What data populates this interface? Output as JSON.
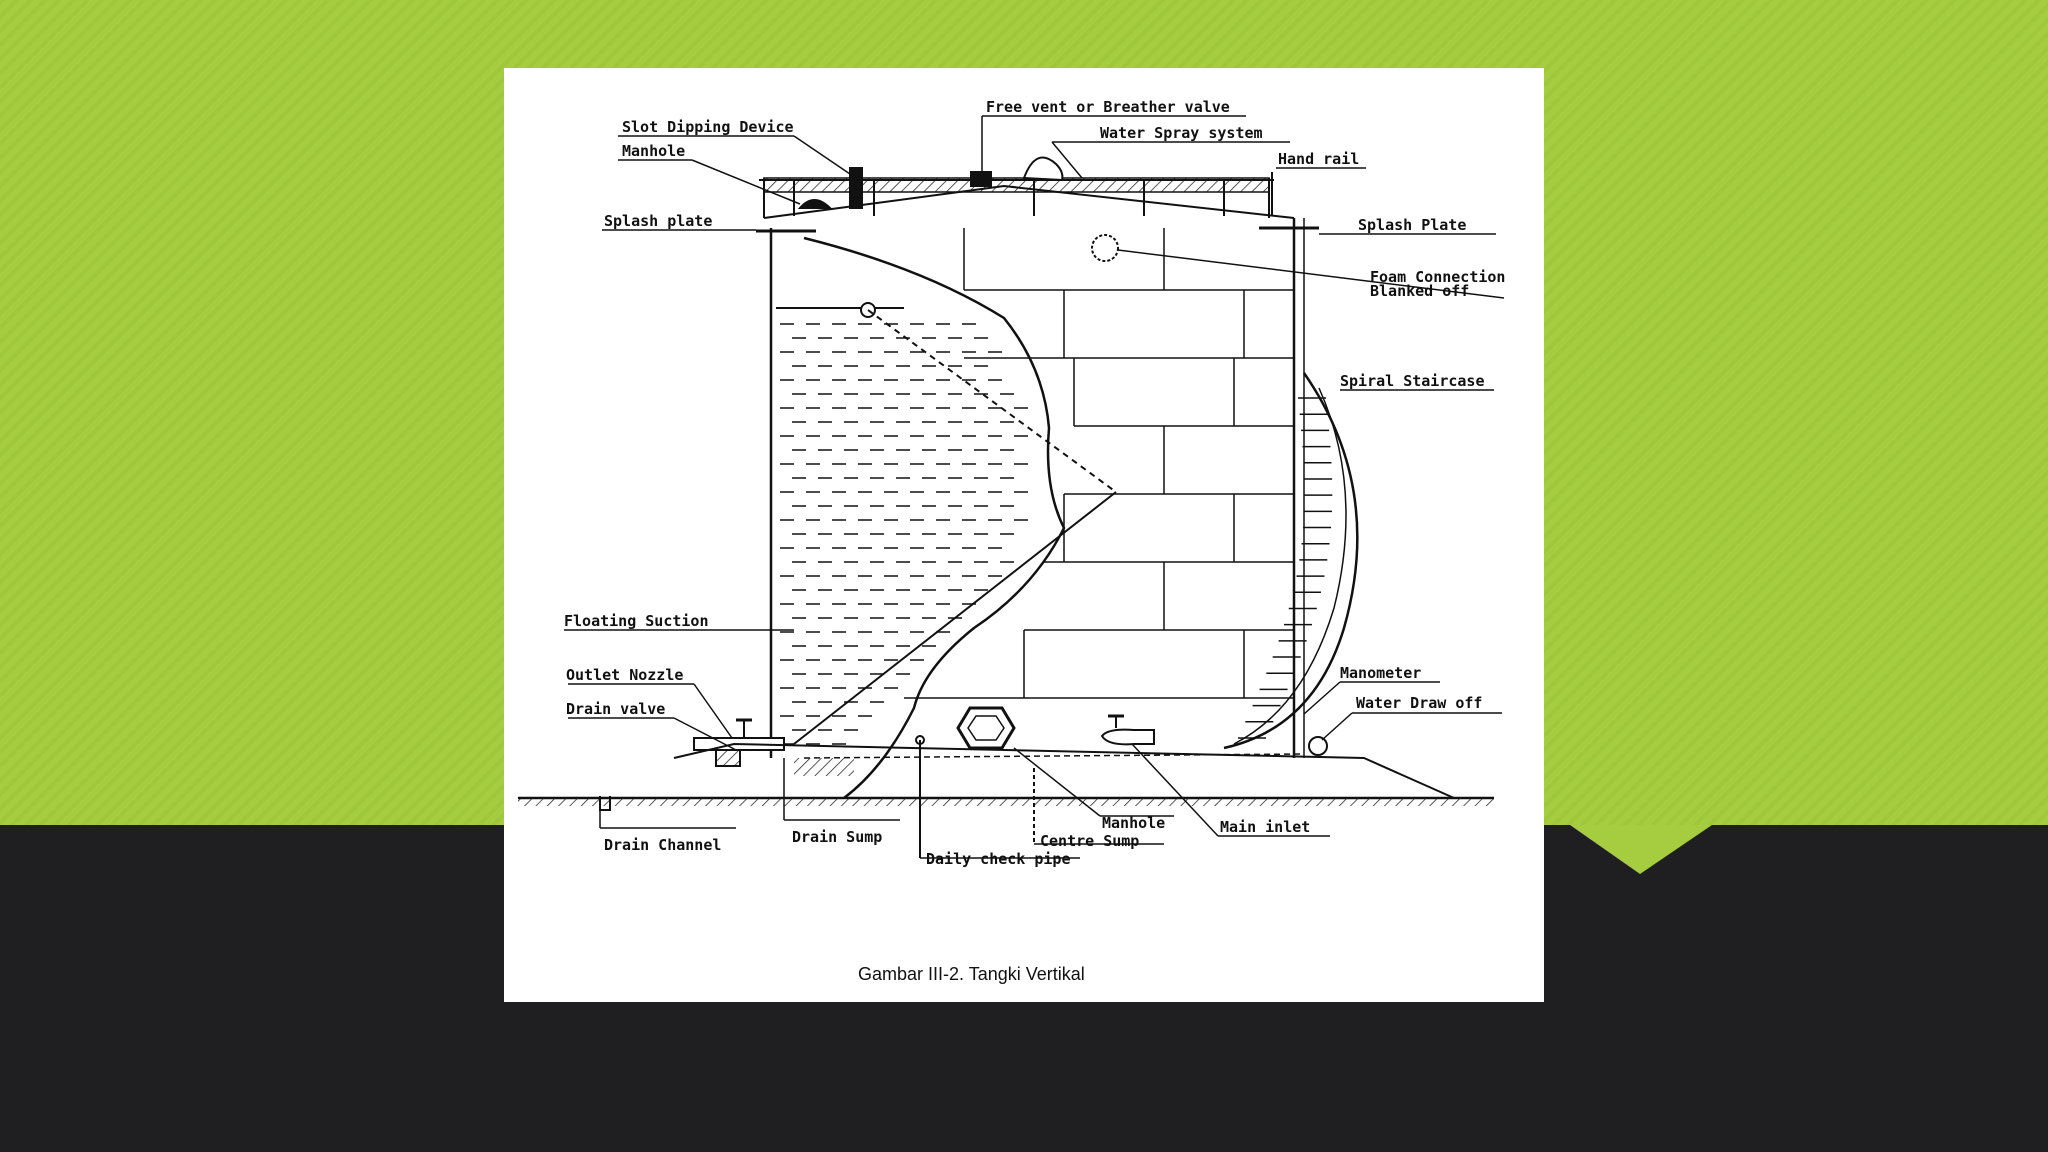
{
  "slide": {
    "colors": {
      "top_band": "#a6cd3f",
      "bottom_band": "#1f1f21",
      "figure_bg": "#ffffff",
      "ink": "#111111"
    }
  },
  "diagram": {
    "caption": "Gambar III-2. Tangki Vertikal",
    "labels": {
      "free_vent": "Free vent or Breather valve",
      "water_spray": "Water Spray system",
      "slot_dipping": "Slot Dipping Device",
      "manhole_top": "Manhole",
      "hand_rail": "Hand rail",
      "splash_plate_left": "Splash plate",
      "splash_plate_right": "Splash Plate",
      "foam_connection_1": "Foam Connection",
      "foam_connection_2": "Blanked off",
      "spiral_staircase": "Spiral Staircase",
      "floating_suction": "Floating Suction",
      "outlet_nozzle": "Outlet Nozzle",
      "drain_valve": "Drain valve",
      "manometer": "Manometer",
      "water_draw_off": "Water Draw off",
      "drain_channel": "Drain Channel",
      "drain_sump": "Drain Sump",
      "manhole_bottom": "Manhole",
      "main_inlet": "Main inlet",
      "centre_sump": "Centre Sump",
      "daily_check_pipe": "Daily check pipe"
    }
  }
}
